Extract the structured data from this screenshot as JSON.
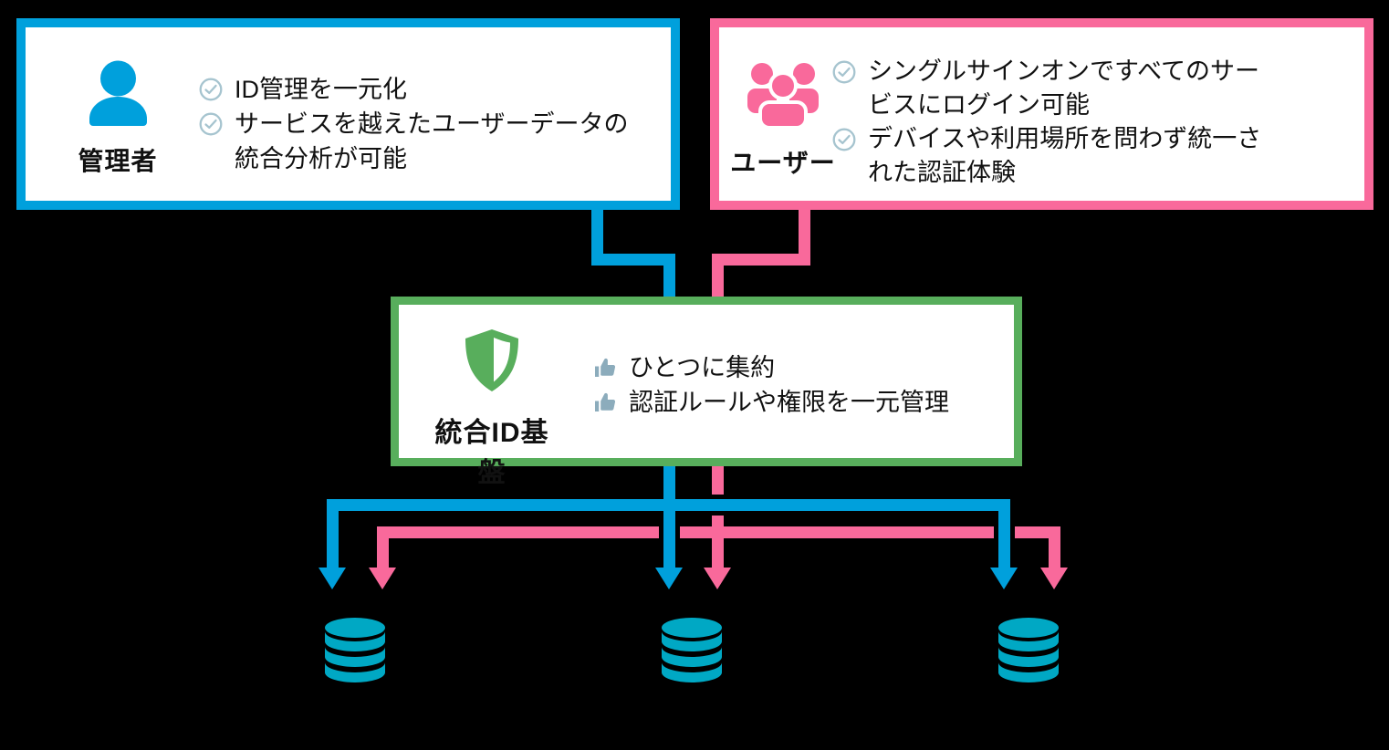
{
  "colors": {
    "blue": "#00A0DC",
    "pink": "#F9699B",
    "green": "#58AE5C",
    "teal": "#00A8C4",
    "check": "#A6C4CF",
    "thumb": "#8CACBC",
    "text": "#111111",
    "bg": "#000000",
    "box": "#FFFFFF"
  },
  "admin_box": {
    "label": "管理者",
    "icon": "person-icon",
    "item_icon": "check-circle-icon",
    "items": [
      {
        "text": "ID管理を一元化"
      },
      {
        "text": "サービスを越えたユーザーデータの\n統合分析が可能"
      }
    ]
  },
  "user_box": {
    "label": "ユーザー",
    "icon": "users-icon",
    "item_icon": "check-circle-icon",
    "items": [
      {
        "text": "シングルサインオンですべてのサー\nビスにログイン可能"
      },
      {
        "text": "デバイスや利用場所を問わず統一さ\nれた認証体験"
      }
    ]
  },
  "platform_box": {
    "label": "統合ID基盤",
    "icon": "shield-icon",
    "item_icon": "thumbs-up-icon",
    "items": [
      {
        "text": "ひとつに集約"
      },
      {
        "text": "認証ルールや権限を一元管理"
      }
    ]
  },
  "databases": {
    "icon": "database-icon",
    "count": 3
  }
}
